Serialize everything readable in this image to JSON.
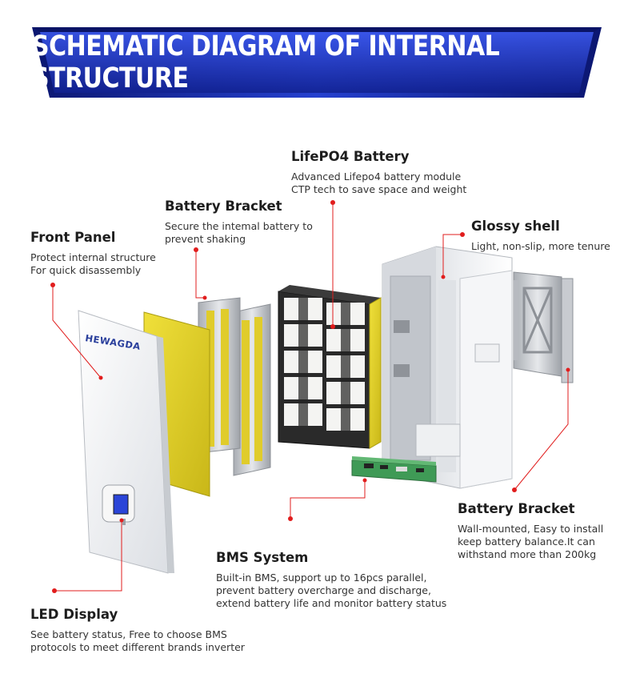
{
  "banner": {
    "title": "SCHEMATIC DIAGRAM OF INTERNAL STRUCTURE"
  },
  "logo": {
    "text": "HEWAGDA"
  },
  "colors": {
    "banner_dark": "#0f1f8a",
    "banner_mid": "#2f49d8",
    "accent_red": "#e11d1d",
    "cell_yellow": "#e6d52c"
  },
  "callouts": {
    "lifepo4": {
      "title": "LifePO4 Battery",
      "lines": [
        "Advanced Lifepo4 battery module",
        "CTP tech to save space and weight"
      ]
    },
    "bracket_top": {
      "title": "Battery Bracket",
      "lines": [
        "Secure the intemal battery to",
        "prevent shaking"
      ]
    },
    "front_panel": {
      "title": "Front Panel",
      "lines": [
        "Protect internal structure",
        "For quick disassembly"
      ]
    },
    "glossy_shell": {
      "title": "Glossy shell",
      "lines": [
        "Light, non-slip, more tenure"
      ]
    },
    "bracket_wall": {
      "title": "Battery Bracket",
      "lines": [
        "Wall-mounted, Easy to install",
        "keep battery balance.It can",
        "withstand more than 200kg"
      ]
    },
    "bms": {
      "title": "BMS System",
      "lines": [
        "Built-in BMS, support up to 16pcs parallel,",
        "prevent battery overcharge and discharge,",
        "extend battery life and monitor battery status"
      ]
    },
    "led": {
      "title": "LED Display",
      "lines": [
        "See battery status, Free to choose BMS",
        "protocols to meet different brands inverter"
      ]
    }
  }
}
